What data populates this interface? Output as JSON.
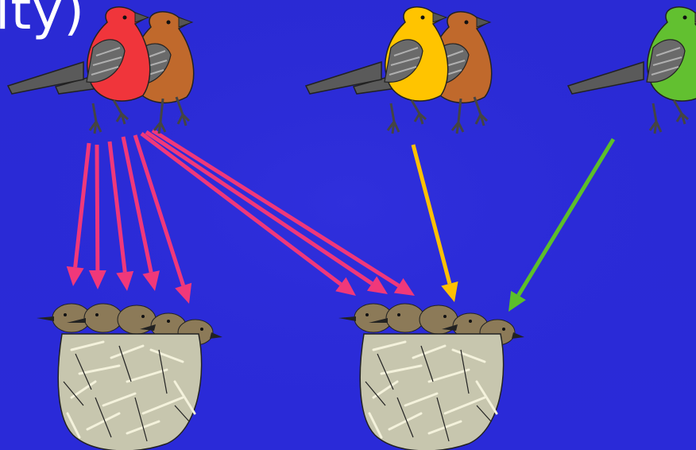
{
  "title_fragment": "ity)",
  "colors": {
    "background_top": "#2a2ad4",
    "background_bottom": "#2a2ad8",
    "red_arrow": "#f0387a",
    "yellow_arrow": "#ffc000",
    "green_arrow": "#5cbf2a",
    "red_bird": "#f0353b",
    "brown_bird": "#c0692c",
    "yellow_bird": "#ffc400",
    "green_bird": "#62c030",
    "nest": "#c7c6ae",
    "nestling": "#8c7a58"
  },
  "birds": [
    {
      "name": "red-bird",
      "color": "red_bird"
    },
    {
      "name": "brown-bird-left",
      "color": "brown_bird"
    },
    {
      "name": "yellow-bird",
      "color": "yellow_bird"
    },
    {
      "name": "brown-bird-right",
      "color": "brown_bird"
    },
    {
      "name": "green-bird",
      "color": "green_bird"
    }
  ],
  "nests": [
    {
      "name": "nest-left",
      "nestlings": 5
    },
    {
      "name": "nest-right",
      "nestlings": 5
    }
  ],
  "arrows": [
    {
      "from": "red-pair",
      "to": "nest-left",
      "count": 5,
      "color": "red_arrow"
    },
    {
      "from": "red-pair",
      "to": "nest-right",
      "count": 3,
      "color": "red_arrow"
    },
    {
      "from": "yellow-pair",
      "to": "nest-right",
      "count": 1,
      "color": "yellow_arrow"
    },
    {
      "from": "green-bird",
      "to": "nest-right",
      "count": 1,
      "color": "green_arrow"
    }
  ]
}
